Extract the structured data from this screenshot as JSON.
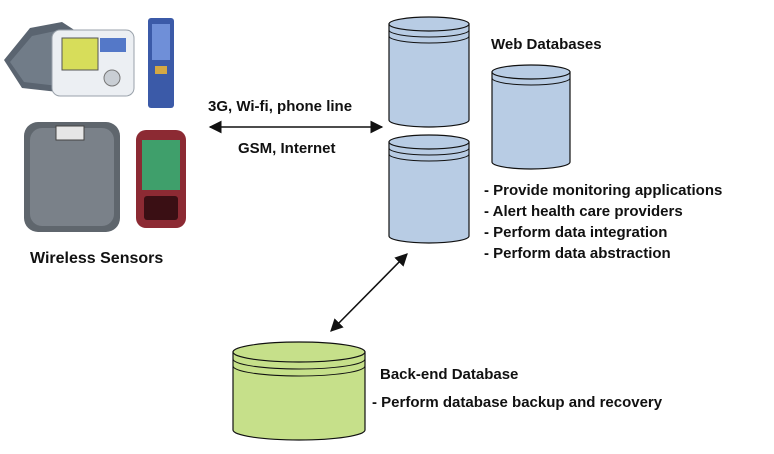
{
  "sensors": {
    "label": "Wireless Sensors",
    "devices": [
      {
        "icon": "blood-pressure-monitor-icon"
      },
      {
        "icon": "glucose-meter-icon"
      },
      {
        "icon": "weight-scale-icon"
      },
      {
        "icon": "smartphone-icon"
      }
    ]
  },
  "connection": {
    "line1": "3G, Wi-fi, phone line",
    "line2": "GSM, Internet"
  },
  "web": {
    "title": "Web Databases",
    "items": [
      "- Provide monitoring applications",
      "- Alert health care providers",
      "- Perform data integration",
      "- Perform data abstraction"
    ],
    "color": "#b8cce4"
  },
  "backend": {
    "title": "Back-end Database",
    "item": "- Perform database backup and recovery",
    "color": "#c6e08a"
  }
}
